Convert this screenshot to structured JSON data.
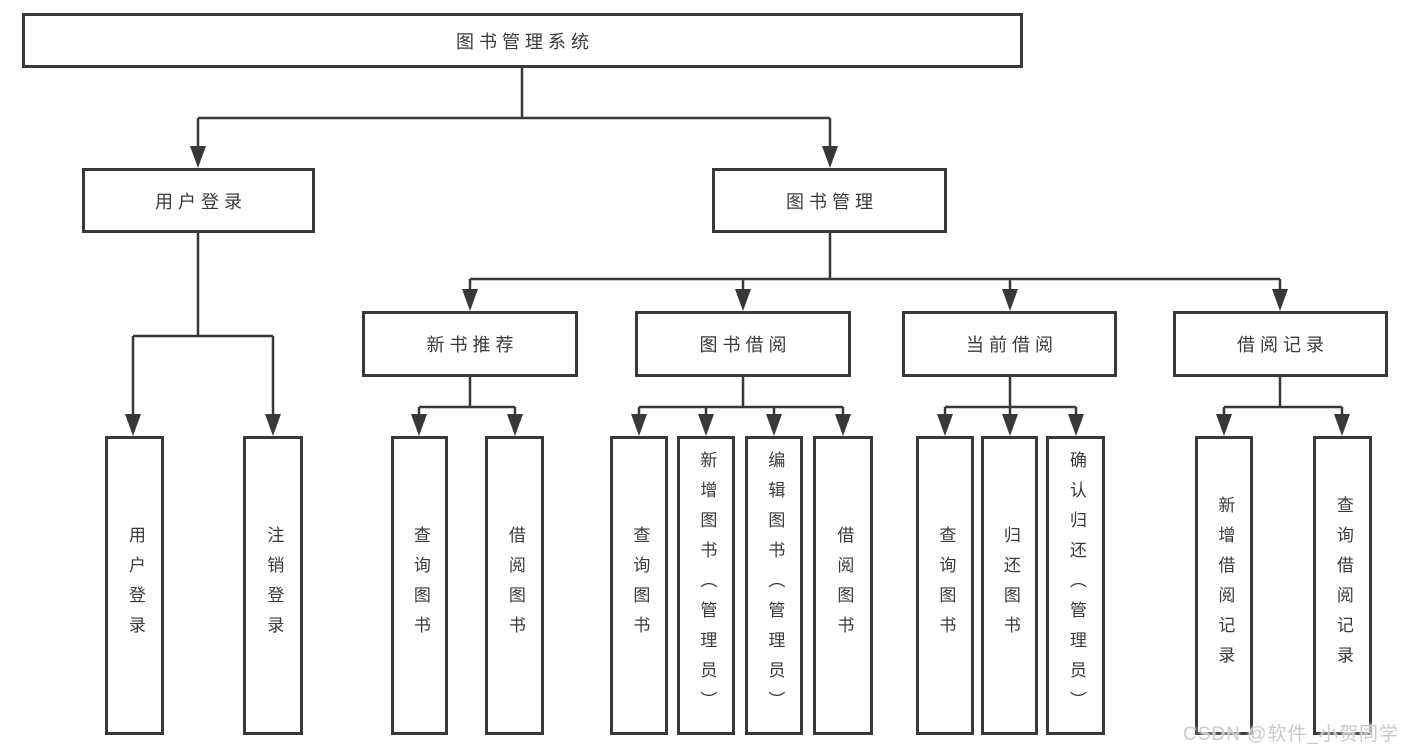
{
  "diagram": {
    "title": "图书管理系统",
    "level2": {
      "user_login": "用户登录",
      "book_mgmt": "图书管理"
    },
    "level3": {
      "new_books": "新书推荐",
      "book_borrow": "图书借阅",
      "current_borrow": "当前借阅",
      "borrow_records": "借阅记录"
    },
    "leaves": {
      "user_login": [
        "用户登录",
        "注销登录"
      ],
      "new_books": [
        "查询图书",
        "借阅图书"
      ],
      "book_borrow": [
        "查询图书",
        "新增图书（管理员）",
        "编辑图书（管理员）",
        "借阅图书"
      ],
      "current_borrow": [
        "查询图书",
        "归还图书",
        "确认归还（管理员）"
      ],
      "borrow_records": [
        "新增借阅记录",
        "查询借阅记录"
      ]
    }
  },
  "watermark": "CSDN @软件_小贺同学",
  "colors": {
    "line": "#383838",
    "text": "#3a3a3a",
    "box_background": "#ffffff",
    "watermark": "#cbcbcb",
    "page_background": "#ffffff"
  }
}
